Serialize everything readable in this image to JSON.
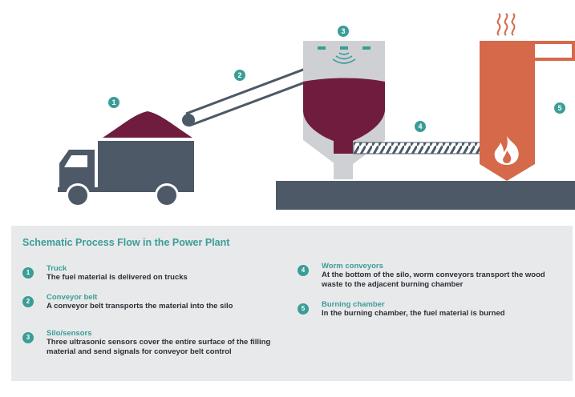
{
  "diagram": {
    "badges": [
      "1",
      "2",
      "3",
      "4",
      "5"
    ],
    "colors": {
      "accent": "#3a9d97",
      "slate": "#4d5966",
      "wine": "#6f1c3f",
      "silo_body": "#cfd0d4",
      "chamber": "#d5694a",
      "conveyor_belt": "#4d5966"
    },
    "icons": [
      "truck-icon",
      "flame-icon",
      "heat-waves-icon",
      "sensor-waves-icon"
    ]
  },
  "legend": {
    "title": "Schematic Process Flow in the Power Plant",
    "items": [
      {
        "num": "1",
        "heading": "Truck",
        "description": "The fuel material is delivered on trucks"
      },
      {
        "num": "2",
        "heading": "Conveyor belt",
        "description": "A conveyor belt transports the material into the silo"
      },
      {
        "num": "3",
        "heading": "Silo/sensors",
        "description": "Three ultrasonic sensors cover the entire surface of the filling material and send signals for conveyor belt control"
      },
      {
        "num": "4",
        "heading": "Worm conveyors",
        "description": "At the bottom of the silo, worm conveyors transport the wood waste to the adjacent burning chamber"
      },
      {
        "num": "5",
        "heading": "Burning chamber",
        "description": "In the burning chamber, the fuel material is burned"
      }
    ]
  }
}
